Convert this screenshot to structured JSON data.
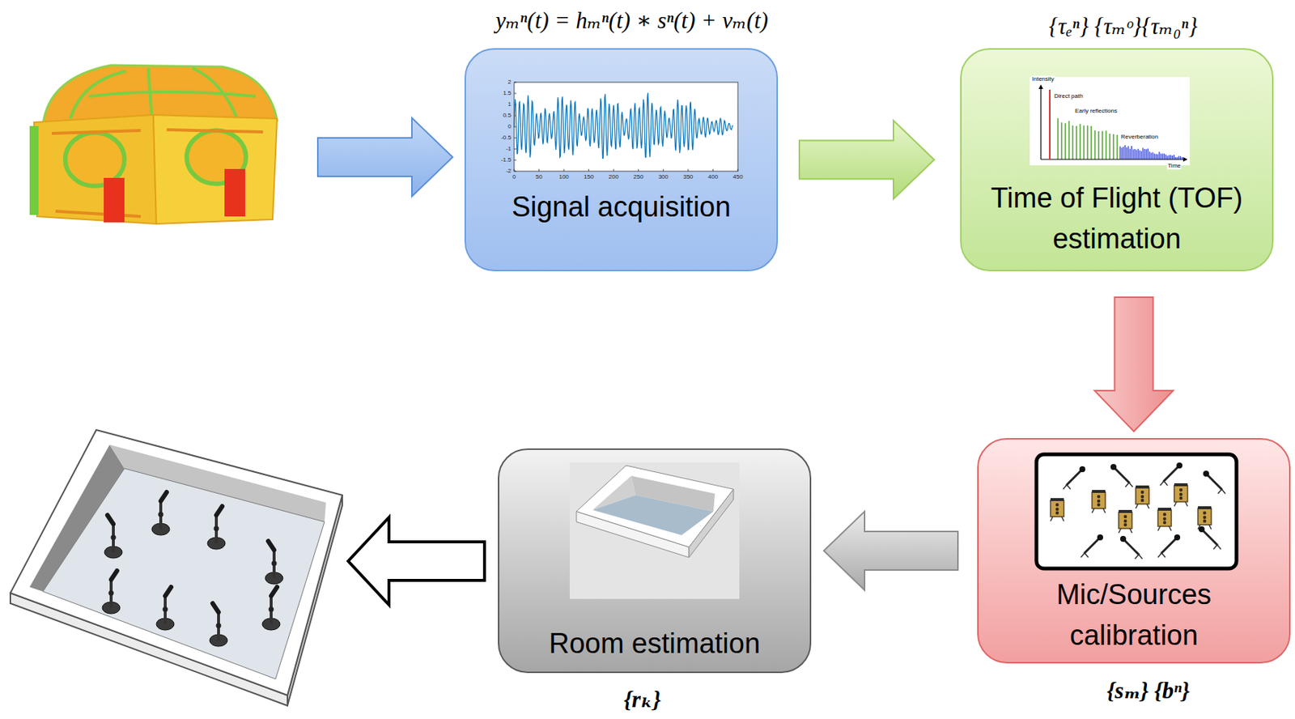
{
  "diagram": {
    "nodes": [
      {
        "text": [
          "Signal acquisition"
        ]
      },
      {
        "text": [
          "Time of Flight (TOF) estimation"
        ]
      },
      {
        "text": [
          "Mic/Sources calibration"
        ]
      },
      {
        "text": [
          "Room estimation"
        ]
      }
    ],
    "edges": [
      {
        "from": 0,
        "to": 1,
        "arrow": "to"
      },
      {
        "from": 1,
        "to": 2,
        "arrow": "to"
      },
      {
        "from": 2,
        "to": 3,
        "arrow": "to"
      }
    ],
    "labels": [
      "yₘⁿ(t) = hₘⁿ(t) ∗ sⁿ(t) + νₘ(t)",
      "{τₑⁿ} {τₘᵒ}{τₘ₀ⁿ}",
      "{sₘ} {bⁿ}",
      "{rₖ}",
      "2",
      "1.5",
      "1",
      "0.5",
      "0",
      "-0.5",
      "-1",
      "-1.5",
      "-2",
      "0",
      "50",
      "100",
      "150",
      "200",
      "250",
      "300",
      "350",
      "400",
      "450",
      "Intensity",
      "Direct path",
      "Early reflections",
      "Reverberation",
      "Time"
    ]
  }
}
